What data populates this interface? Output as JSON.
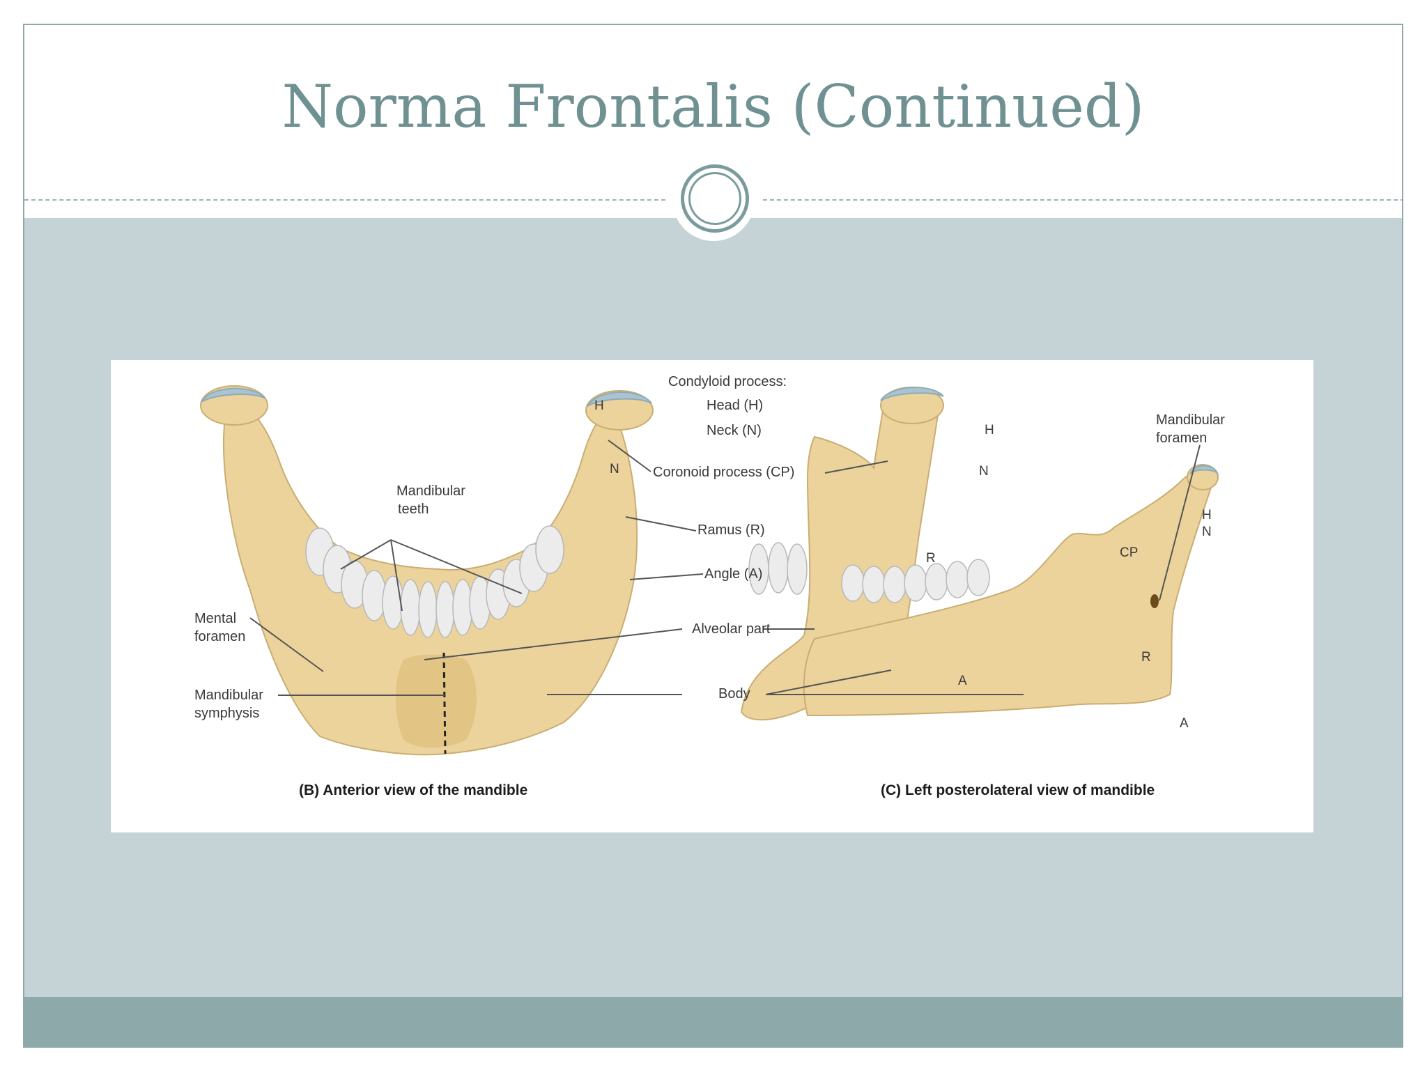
{
  "slide": {
    "title": "Norma Frontalis (Continued)"
  },
  "figure": {
    "labels": {
      "condyloid_process": "Condyloid process:",
      "head": "Head (H)",
      "neck": "Neck (N)",
      "coronoid_process": "Coronoid process (CP)",
      "mandibular_teeth_line1": "Mandibular",
      "mandibular_teeth_line2": "teeth",
      "ramus": "Ramus (R)",
      "angle": "Angle (A)",
      "mental_foramen_line1": "Mental",
      "mental_foramen_line2": "foramen",
      "alveolar_part": "Alveolar part",
      "mandibular_symphysis_line1": "Mandibular",
      "mandibular_symphysis_line2": "symphysis",
      "body": "Body",
      "mandibular_foramen_line1": "Mandibular",
      "mandibular_foramen_line2": "foramen"
    },
    "letters": {
      "h": "H",
      "n": "N",
      "r": "R",
      "a": "A",
      "cp": "CP"
    },
    "captions": {
      "anterior": "(B) Anterior view of the mandible",
      "posterolateral": "(C) Left posterolateral view of mandible"
    }
  },
  "colors": {
    "title": "#6f9191",
    "content_background": "#c5d2d6",
    "footer_band": "#8ea9a9",
    "bone": "#ecd39c"
  }
}
